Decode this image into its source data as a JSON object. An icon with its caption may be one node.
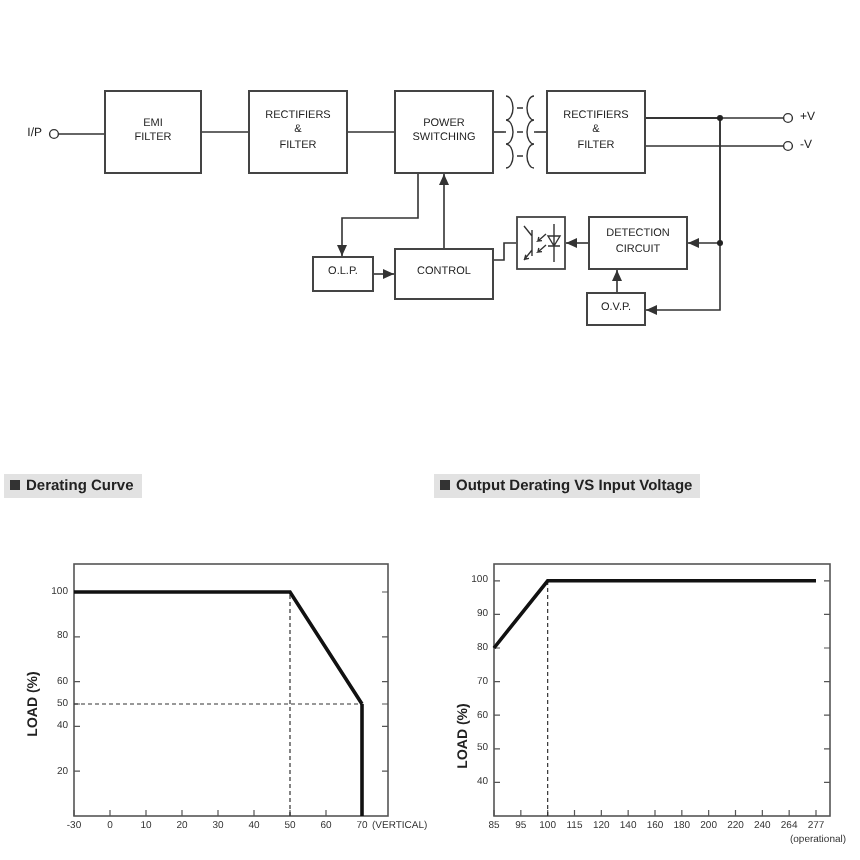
{
  "diagram": {
    "nodes": [
      {
        "text": [],
        "shape": "circle",
        "beside": [
          "I/P"
        ]
      },
      {
        "text": [
          "EMI FILTER"
        ]
      },
      {
        "text": [
          "RECTIFIERS & FILTER"
        ]
      },
      {
        "text": [
          "POWER SWITCHING"
        ]
      },
      {
        "text": [],
        "shape": "picture"
      },
      {
        "text": [
          "RECTIFIERS & FILTER"
        ]
      },
      {
        "text": [],
        "shape": "circle",
        "beside": [
          "+V"
        ]
      },
      {
        "text": [],
        "shape": "circle",
        "beside": [
          "-V"
        ]
      },
      {
        "text": [
          "O.L.P."
        ]
      },
      {
        "text": [
          "CONTROL"
        ]
      },
      {
        "text": [],
        "shape": "picture"
      },
      {
        "text": [
          "DETECTION CIRCUIT"
        ]
      },
      {
        "text": [
          "O.V.P."
        ]
      }
    ],
    "edges": [
      {
        "from": 0,
        "to": 1,
        "arrow": "none"
      },
      {
        "from": 1,
        "to": 2,
        "arrow": "none"
      },
      {
        "from": 2,
        "to": 3,
        "arrow": "none"
      },
      {
        "from": 3,
        "to": 4,
        "arrow": "none"
      },
      {
        "from": 4,
        "to": 5,
        "arrow": "none"
      },
      {
        "from": 5,
        "to": 6,
        "arrow": "none"
      },
      {
        "from": 5,
        "to": 7,
        "arrow": "none"
      },
      {
        "from": 3,
        "to": 8,
        "arrow": "to"
      },
      {
        "from": 8,
        "to": 9,
        "arrow": "to"
      },
      {
        "from": 9,
        "to": 3,
        "arrow": "to"
      },
      {
        "from": 10,
        "to": 9,
        "arrow": "none"
      },
      {
        "from": 11,
        "to": 10,
        "arrow": "to"
      },
      {
        "from": 5,
        "to": 11,
        "arrow": "to"
      },
      {
        "from": 5,
        "to": 12,
        "arrow": "to"
      },
      {
        "from": 12,
        "to": 11,
        "arrow": "to"
      }
    ],
    "labels": [
      "(VERTICAL)",
      "(operational)"
    ],
    "chart_data": [
      {
        "type": "line",
        "title": "Derating Curve",
        "ylabel": "LOAD (%)",
        "categories": [
          "-30",
          "0",
          "10",
          "20",
          "30",
          "40",
          "50",
          "60",
          "70"
        ],
        "values": [
          100,
          100,
          100,
          100,
          100,
          100,
          100,
          75,
          50
        ],
        "ylim": [
          0,
          112.5
        ],
        "yticks": [
          20,
          40,
          50,
          60,
          80,
          100
        ],
        "ref_lines": [
          {
            "axis": "x",
            "value": "50"
          },
          {
            "axis": "y",
            "value": 50
          },
          {
            "axis": "x",
            "value": "70"
          }
        ]
      },
      {
        "type": "line",
        "title": "Output Derating VS Input Voltage",
        "ylabel": "LOAD (%)",
        "categories": [
          "85",
          "95",
          "100",
          "115",
          "120",
          "140",
          "160",
          "180",
          "200",
          "220",
          "240",
          "264",
          "277"
        ],
        "values": [
          80,
          90,
          100,
          100,
          100,
          100,
          100,
          100,
          100,
          100,
          100,
          100,
          100
        ],
        "ylim": [
          30,
          105
        ],
        "yticks": [
          40,
          50,
          60,
          70,
          80,
          90,
          100
        ],
        "ref_lines": [
          {
            "axis": "x",
            "value": "100"
          }
        ]
      }
    ]
  }
}
